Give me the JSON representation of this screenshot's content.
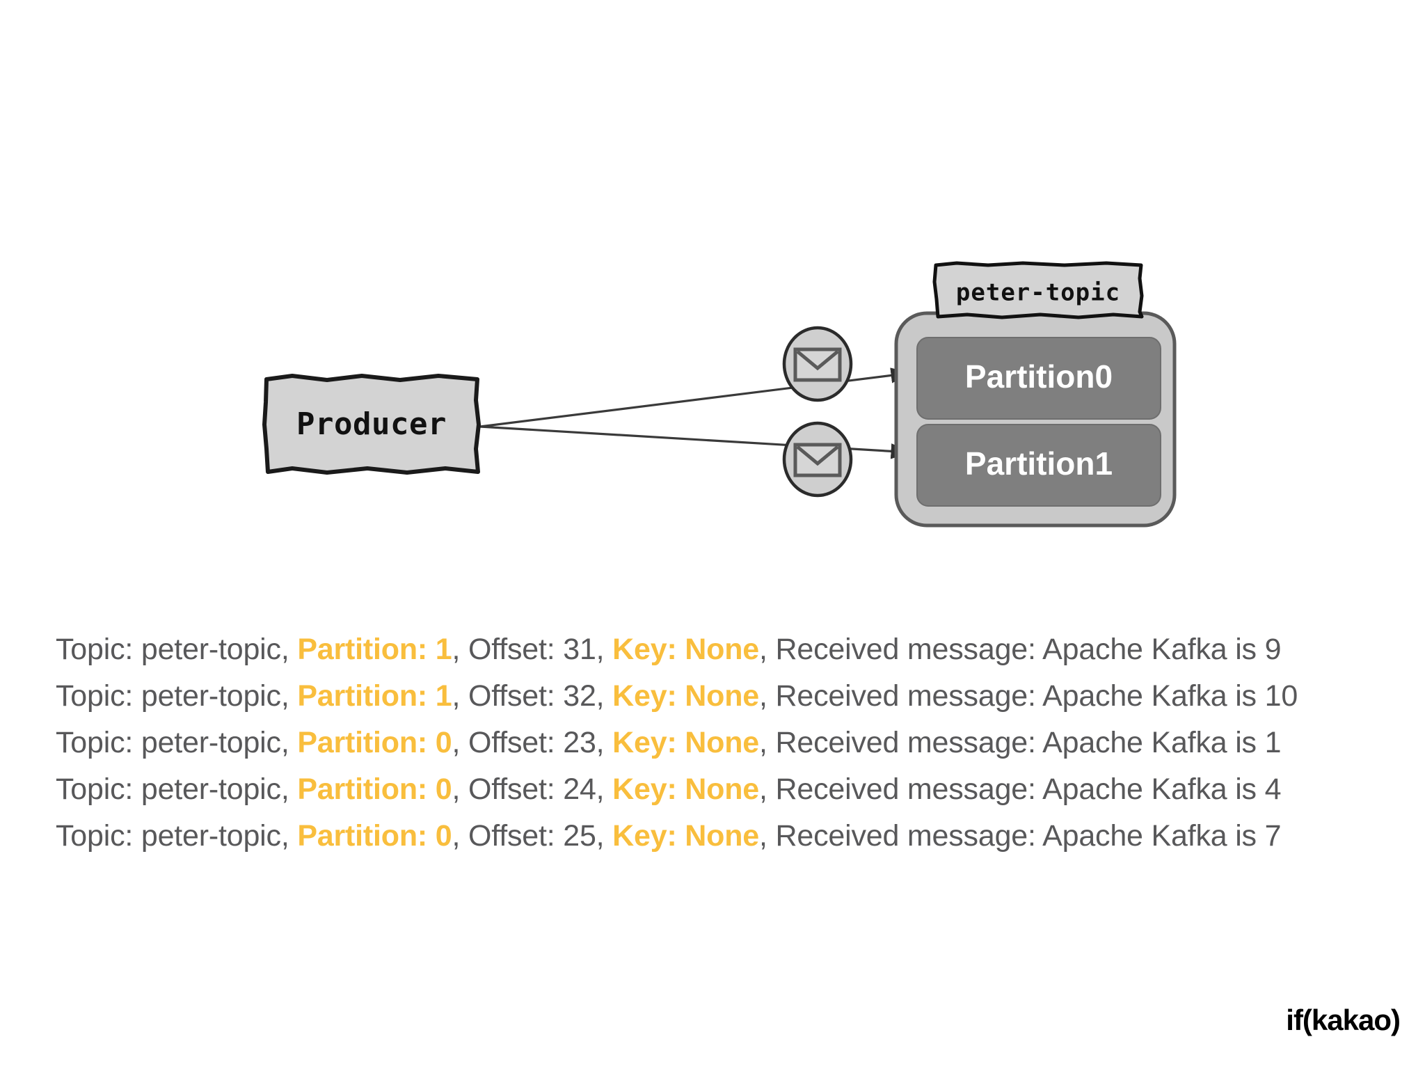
{
  "slide": {
    "background_color": "#ffffff",
    "footer_logo": "if(kakao)"
  },
  "diagram": {
    "type": "kafka-producer-partition-flow",
    "producer": {
      "label": "Producer",
      "fill_color": "#d3d3d3",
      "border_color": "#1a1a1a"
    },
    "topic": {
      "label": "peter-topic",
      "tag_fill_color": "#d3d3d3",
      "tag_border_color": "#111111",
      "container_fill_color": "#c9c9c9",
      "container_border_color": "#555555",
      "partitions": [
        {
          "label": "Partition0",
          "fill_color": "#7f7f7f",
          "text_color": "#ffffff"
        },
        {
          "label": "Partition1",
          "fill_color": "#7f7f7f",
          "text_color": "#ffffff"
        }
      ]
    },
    "messages": [
      {
        "icon": "envelope-icon",
        "target": "Partition0"
      },
      {
        "icon": "envelope-icon",
        "target": "Partition1"
      }
    ],
    "arrows": [
      {
        "from": "Producer",
        "to": "Partition0"
      },
      {
        "from": "Producer",
        "to": "Partition1"
      }
    ],
    "colors": {
      "arrow": "#3a3a3a",
      "envelope_circle_fill": "#cfcfcf",
      "envelope_circle_stroke": "#2b2b2b",
      "envelope_glyph": "#5a5a5a"
    }
  },
  "log": {
    "highlight_color": "#f9be3d",
    "text_color": "#58585a",
    "lines": [
      {
        "prefix": "Topic: peter-topic, ",
        "partition": "Partition: 1",
        "mid": ", Offset: 31, ",
        "key": "Key: None",
        "suffix": ", Received message: Apache Kafka is 9"
      },
      {
        "prefix": "Topic: peter-topic, ",
        "partition": "Partition: 1",
        "mid": ", Offset: 32, ",
        "key": "Key: None",
        "suffix": ", Received message: Apache Kafka is 10"
      },
      {
        "prefix": "Topic: peter-topic, ",
        "partition": "Partition: 0",
        "mid": ", Offset: 23, ",
        "key": "Key: None",
        "suffix": ", Received message: Apache Kafka is 1"
      },
      {
        "prefix": "Topic: peter-topic, ",
        "partition": "Partition: 0",
        "mid": ", Offset: 24, ",
        "key": "Key: None",
        "suffix": ", Received message: Apache Kafka is 4"
      },
      {
        "prefix": "Topic: peter-topic, ",
        "partition": "Partition: 0",
        "mid": ", Offset: 25, ",
        "key": "Key: None",
        "suffix": ", Received message: Apache Kafka is 7"
      }
    ]
  }
}
